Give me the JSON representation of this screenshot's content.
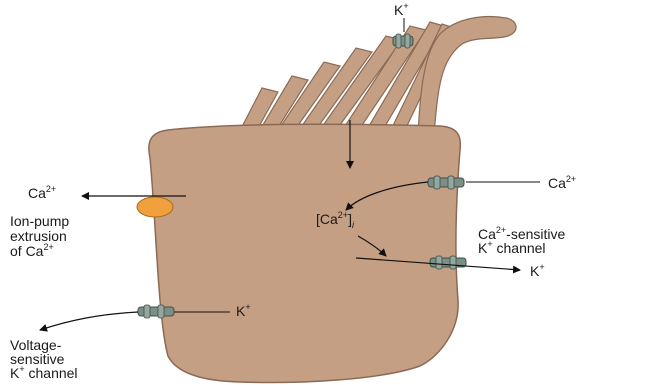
{
  "colors": {
    "cell_fill": "#c49f84",
    "cell_stroke": "#8b6a55",
    "pump": "#f0a03c",
    "channel": "#7a8f86",
    "arrow": "#111111"
  },
  "labels": {
    "k_top": {
      "base": "K",
      "sup": "+"
    },
    "ca_left": {
      "base": "Ca",
      "sup": "2+"
    },
    "ion_pump": {
      "line1": "Ion-pump",
      "line2": "extrusion",
      "line3_base": "of Ca",
      "line3_sup": "2+"
    },
    "ca_right": {
      "base": "Ca",
      "sup": "2+"
    },
    "ca_intracellular": {
      "open": "[Ca",
      "sup": "2+",
      "close": "]",
      "sub": "i"
    },
    "ca_sensitive": {
      "line1_base": "Ca",
      "line1_sup": "2+",
      "line1_rest": "-sensitive",
      "line2_base": "K",
      "line2_sup": "+",
      "line2_rest": " channel"
    },
    "k_right": {
      "base": "K",
      "sup": "+"
    },
    "k_bottom": {
      "base": "K",
      "sup": "+"
    },
    "voltage_sensitive": {
      "line1": "Voltage-",
      "line2": "sensitive",
      "line3_base": "K",
      "line3_sup": "+",
      "line3_rest": " channel"
    }
  }
}
